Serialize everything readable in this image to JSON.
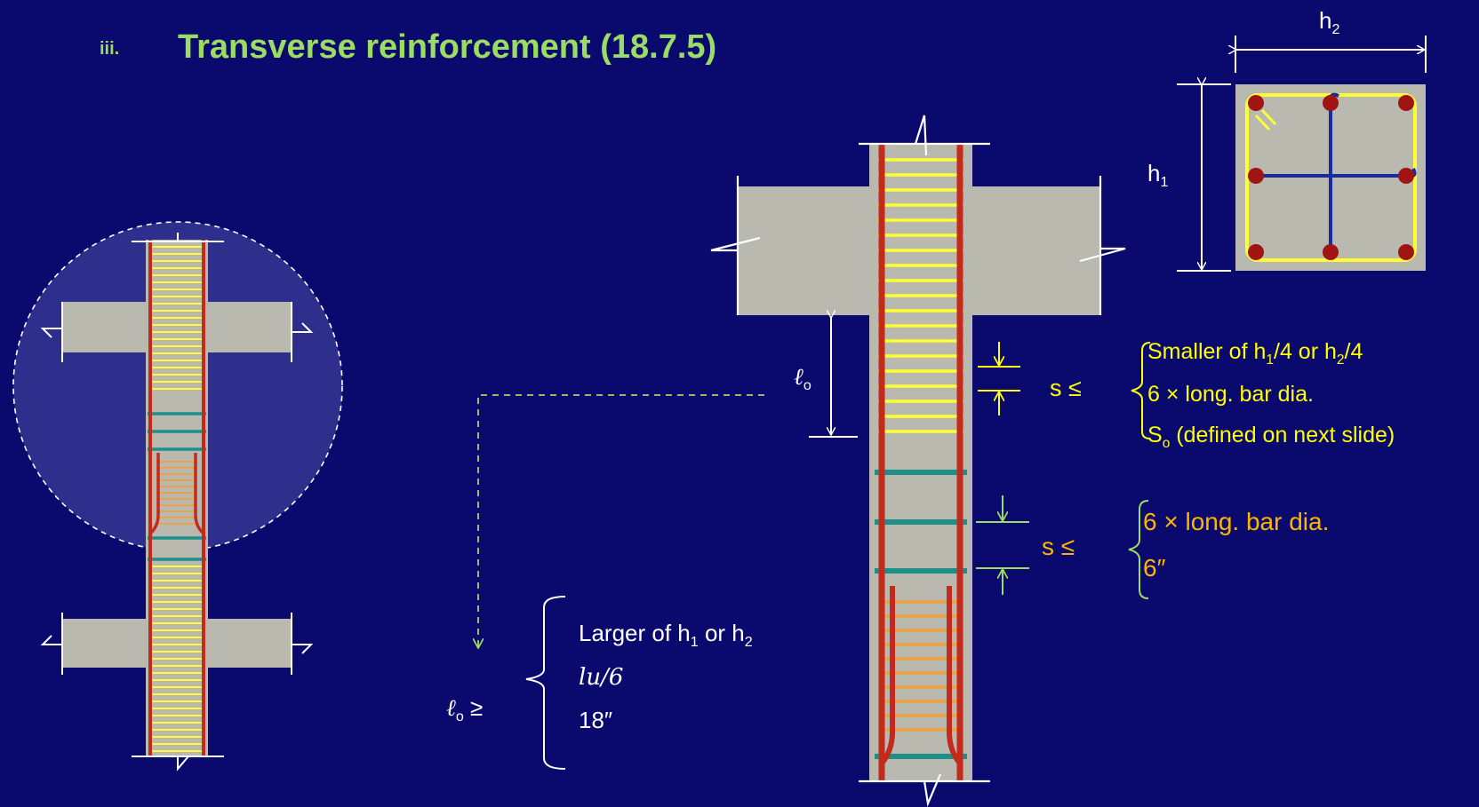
{
  "heading": {
    "numeral": "iii.",
    "title": "Transverse reinforcement (18.7.5)"
  },
  "section": {
    "h1_label": "h",
    "h1_sub": "1",
    "h2_label": "h",
    "h2_sub": "2"
  },
  "lo_dim": {
    "label": "ℓ",
    "sub": "o"
  },
  "lo_rule": {
    "lhs": "ℓ",
    "lhs_sub": "o",
    "op": " ≥",
    "line1_pre": "Larger of h",
    "line1_sub1": "1",
    "line1_mid": " or h",
    "line1_sub2": "2",
    "line2": "lu/6",
    "line3": "18″"
  },
  "s_rule_end": {
    "lhs": "s ≤",
    "line1_pre": "Smaller of h",
    "line1_sub1": "1",
    "line1_mid": "/4 or h",
    "line1_sub2": "2",
    "line1_end": "/4",
    "line2": "6 × long. bar dia.",
    "line3_pre": "S",
    "line3_sub": "o",
    "line3_end": "  (defined on next slide)"
  },
  "s_rule_mid": {
    "lhs": "s ≤",
    "line1": "6 × long. bar dia.",
    "line2": "6″"
  },
  "colors": {
    "background": "#0a0a6e",
    "title": "#9bdc62",
    "concrete": "#b9b9b0",
    "long_bar": "#c42a1c",
    "hoop_end": "#ffff33",
    "hoop_mid": "#1f8f8a",
    "hoop_splice": "#f0a040",
    "rule_end": "#ffff00",
    "rule_mid": "#ffb400",
    "dashed_leader": "#9bdc62"
  }
}
